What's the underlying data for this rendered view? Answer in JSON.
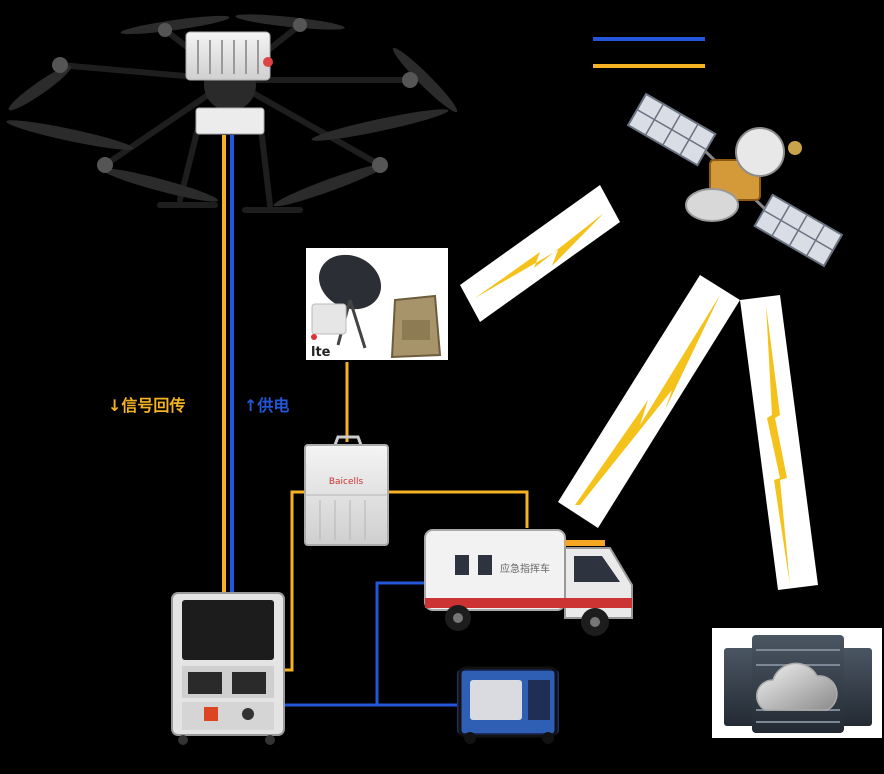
{
  "colors": {
    "power_line": "#2356d8",
    "signal_line": "#f5b324",
    "lightning": "#f4c21b",
    "background": "#000000"
  },
  "labels": {
    "signal_return": "↓信号回传",
    "power_supply": "↑供电"
  },
  "product_text": {
    "lte_logo": "lte",
    "base_station_brand": "Baicells",
    "vehicle_body_text": "应急指挥车"
  },
  "icons": {
    "drone": "drone-icon",
    "satellite": "satellite-icon",
    "portable_lte": "portable-lte-terminal-icon",
    "base_station": "base-station-icon",
    "command_vehicle": "command-vehicle-icon",
    "tether_station": "tether-ground-station-icon",
    "generator": "generator-icon",
    "cloud_server": "cloud-server-icon"
  }
}
